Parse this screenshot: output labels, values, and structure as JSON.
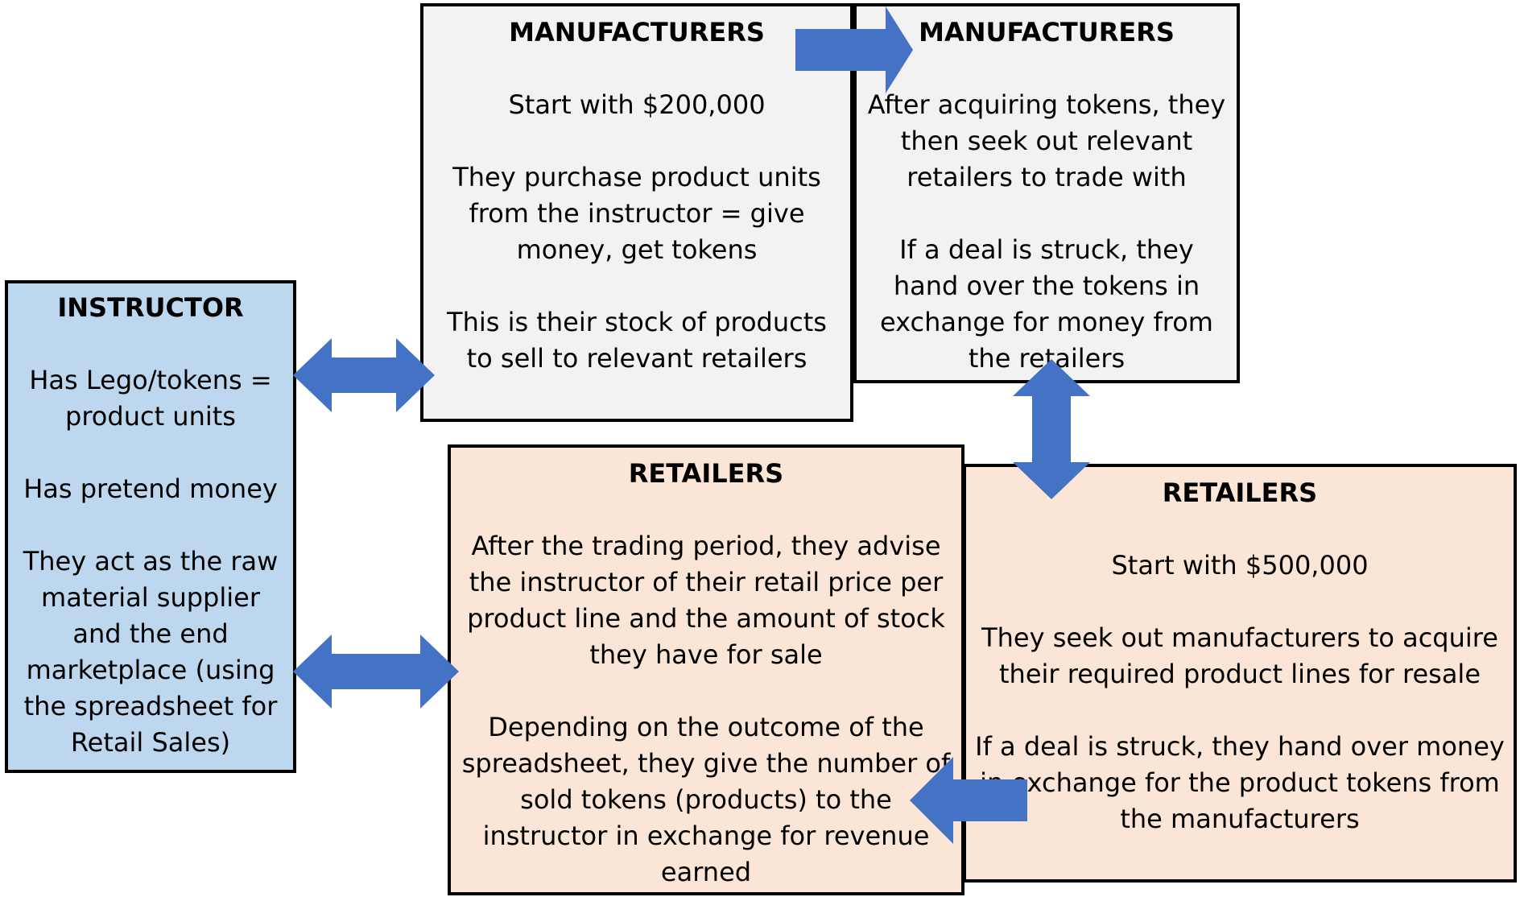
{
  "colors": {
    "instructor_fill": "#bdd7ee",
    "manufacturer_fill": "#f2f2f2",
    "retailer_fill": "#fbe5d6",
    "arrow_fill": "#4472c4",
    "border": "#000000"
  },
  "instructor": {
    "title": "INSTRUCTOR",
    "p1": "Has Lego/tokens = product units",
    "p2": "Has pretend money",
    "p3": "They act as the raw material supplier and the end marketplace (using the spreadsheet for Retail Sales)"
  },
  "manufacturers_left": {
    "title": "MANUFACTURERS",
    "p1": "Start with $200,000",
    "p2": "They purchase product units from the instructor = give money, get tokens",
    "p3": "This is their stock of products to sell to relevant retailers"
  },
  "manufacturers_right": {
    "title": "MANUFACTURERS",
    "p1": "After acquiring tokens, they then seek out relevant retailers to trade with",
    "p2": "If a deal is struck, they hand over the tokens in exchange for money from the retailers"
  },
  "retailers_left": {
    "title": "RETAILERS",
    "p1": "After the trading period, they advise the instructor of their retail price per product line and the amount of stock they have for sale",
    "p2": "Depending on the outcome of the spreadsheet, they give the number of sold tokens (products) to the instructor in exchange for revenue earned"
  },
  "retailers_right": {
    "title": "RETAILERS",
    "p1": "Start with $500,000",
    "p2": "They seek out manufacturers to acquire their required product lines for resale",
    "p3": "If a deal is struck, they hand over money in exchange for the product tokens from the manufacturers"
  }
}
